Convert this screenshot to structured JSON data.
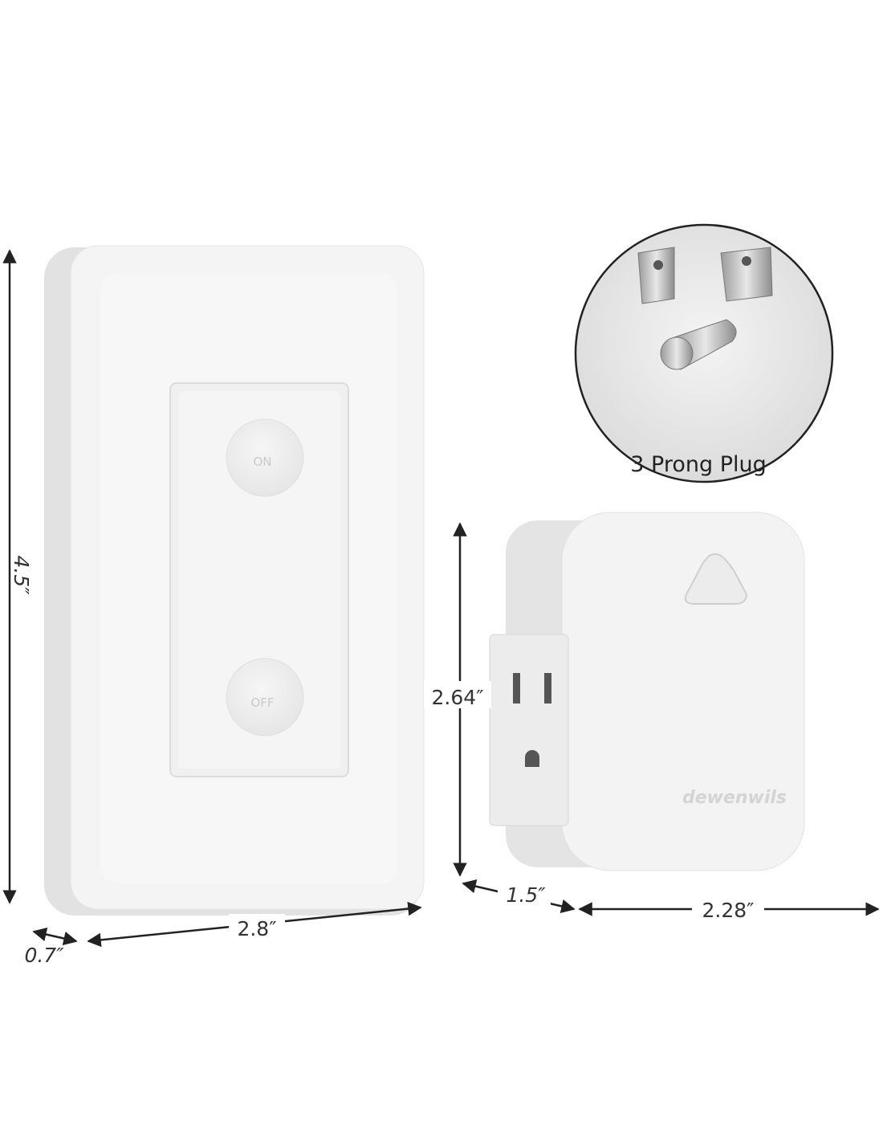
{
  "switch": {
    "on_label": "ON",
    "off_label": "OFF"
  },
  "plug": {
    "brand": "dewenwils",
    "inset_caption": "3 Prong Plug"
  },
  "dimensions": {
    "switch_height": "4.5″",
    "switch_width": "2.8″",
    "switch_depth": "0.7″",
    "plug_height": "2.64″",
    "plug_depth": "1.5″",
    "plug_width": "2.28″"
  },
  "colors": {
    "arrow": "#222222",
    "plastic": "#f3f3f3",
    "shadow": "#dedede"
  }
}
